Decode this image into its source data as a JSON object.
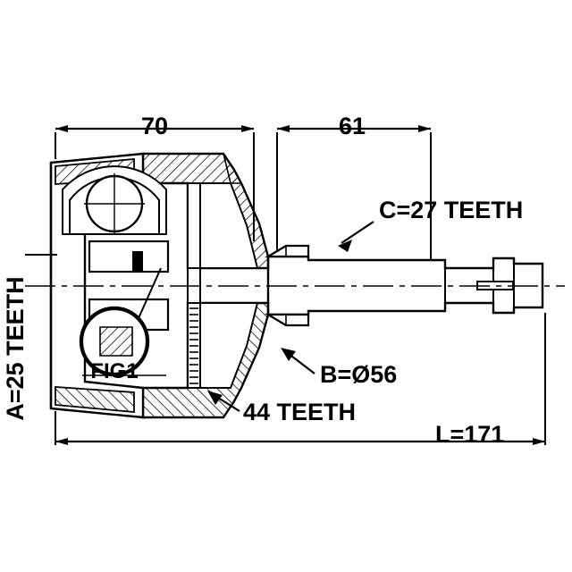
{
  "diagram": {
    "type": "technical-drawing",
    "subject": "cv-joint-outer-kit",
    "labels": {
      "dim_70": "70",
      "dim_61": "61",
      "teeth_c": "C=27 TEETH",
      "teeth_a": "A=25 TEETH",
      "teeth_44": "44 TEETH",
      "diameter_b": "B=Ø56",
      "length_l": "L=171",
      "fig": "FIG1"
    }
  }
}
